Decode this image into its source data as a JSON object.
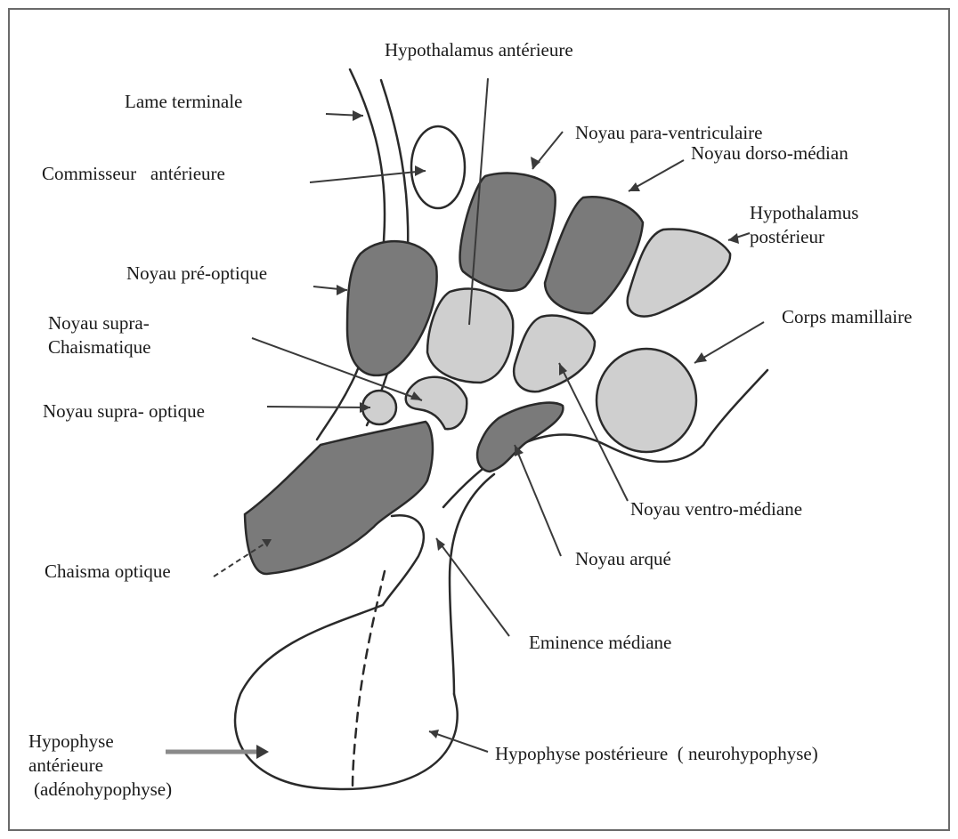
{
  "labels": {
    "anterior_hypothalamus": "Hypothalamus antérieure",
    "lamina_terminalis": "Lame terminale",
    "paraventricular_nucleus": "Noyau para-ventriculaire",
    "dorsomedial_nucleus": "Noyau dorso-médian",
    "anterior_commissure": "Commisseur   antérieure",
    "posterior_hypothalamus_line1": "Hypothalamus",
    "posterior_hypothalamus_line2": "postérieur",
    "preoptic_nucleus": "Noyau pré-optique",
    "mammillary_body": "Corps mamillaire",
    "suprachiasmatic_line1": "Noyau supra-",
    "suprachiasmatic_line2": "Chaismatique",
    "supraoptic_nucleus": "Noyau supra- optique",
    "ventromedial_nucleus": "Noyau ventro-médiane",
    "arcuate_nucleus": "Noyau arqué",
    "optic_chiasm": "Chaisma optique",
    "median_eminence": "Eminence médiane",
    "anterior_pituitary_line1": "Hypophyse",
    "anterior_pituitary_line2": "antérieure",
    "anterior_pituitary_line3": "(adénohypophyse)",
    "posterior_pituitary": "Hypophyse postérieure  ( neurohypophyse)"
  },
  "colors": {
    "dark_fill": "#7a7a7a",
    "light_fill": "#cfcfcf",
    "stroke": "#2a2a2a",
    "background": "#ffffff"
  }
}
